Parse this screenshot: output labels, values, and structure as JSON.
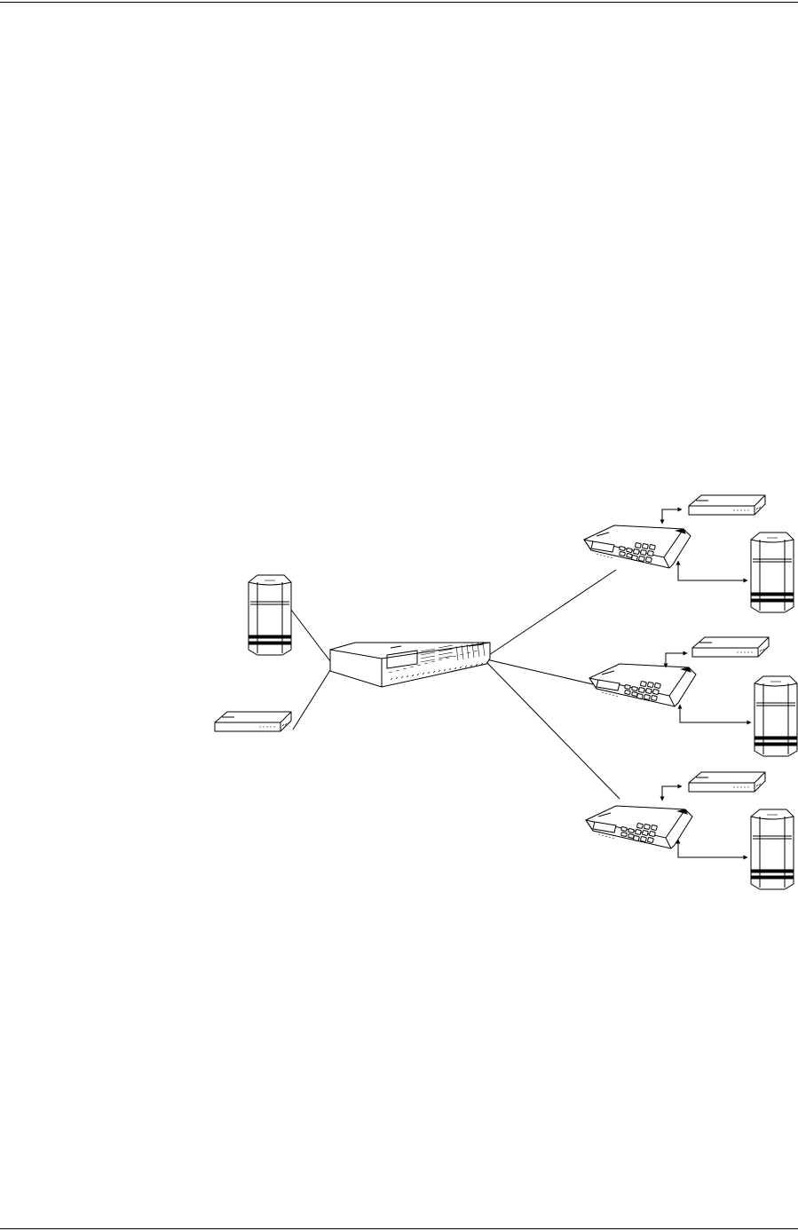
{
  "diagram": {
    "type": "network topology illustration",
    "nodes": [
      {
        "id": "hub",
        "icon": "central-multiplexer-chassis"
      },
      {
        "id": "host-tower",
        "icon": "tower-computer"
      },
      {
        "id": "host-box",
        "icon": "desktop-box"
      },
      {
        "id": "remote-1",
        "icon": "keypad-terminal-unit"
      },
      {
        "id": "remote-2",
        "icon": "keypad-terminal-unit"
      },
      {
        "id": "remote-3",
        "icon": "keypad-terminal-unit"
      },
      {
        "id": "remote-1-box",
        "icon": "desktop-box"
      },
      {
        "id": "remote-1-tower",
        "icon": "tower-computer"
      },
      {
        "id": "remote-2-box",
        "icon": "desktop-box"
      },
      {
        "id": "remote-2-tower",
        "icon": "tower-computer"
      },
      {
        "id": "remote-3-box",
        "icon": "desktop-box"
      },
      {
        "id": "remote-3-tower",
        "icon": "tower-computer"
      }
    ],
    "links": [
      {
        "from": "host-tower",
        "to": "hub"
      },
      {
        "from": "host-box",
        "to": "hub"
      },
      {
        "from": "hub",
        "to": "remote-1"
      },
      {
        "from": "hub",
        "to": "remote-2"
      },
      {
        "from": "hub",
        "to": "remote-3"
      },
      {
        "from": "remote-1",
        "to": "remote-1-box",
        "arrow": true
      },
      {
        "from": "remote-1",
        "to": "remote-1-tower",
        "arrow": true
      },
      {
        "from": "remote-2",
        "to": "remote-2-box",
        "arrow": true
      },
      {
        "from": "remote-2",
        "to": "remote-2-tower",
        "arrow": true
      },
      {
        "from": "remote-3",
        "to": "remote-3-box",
        "arrow": true
      },
      {
        "from": "remote-3",
        "to": "remote-3-tower",
        "arrow": true
      }
    ]
  }
}
